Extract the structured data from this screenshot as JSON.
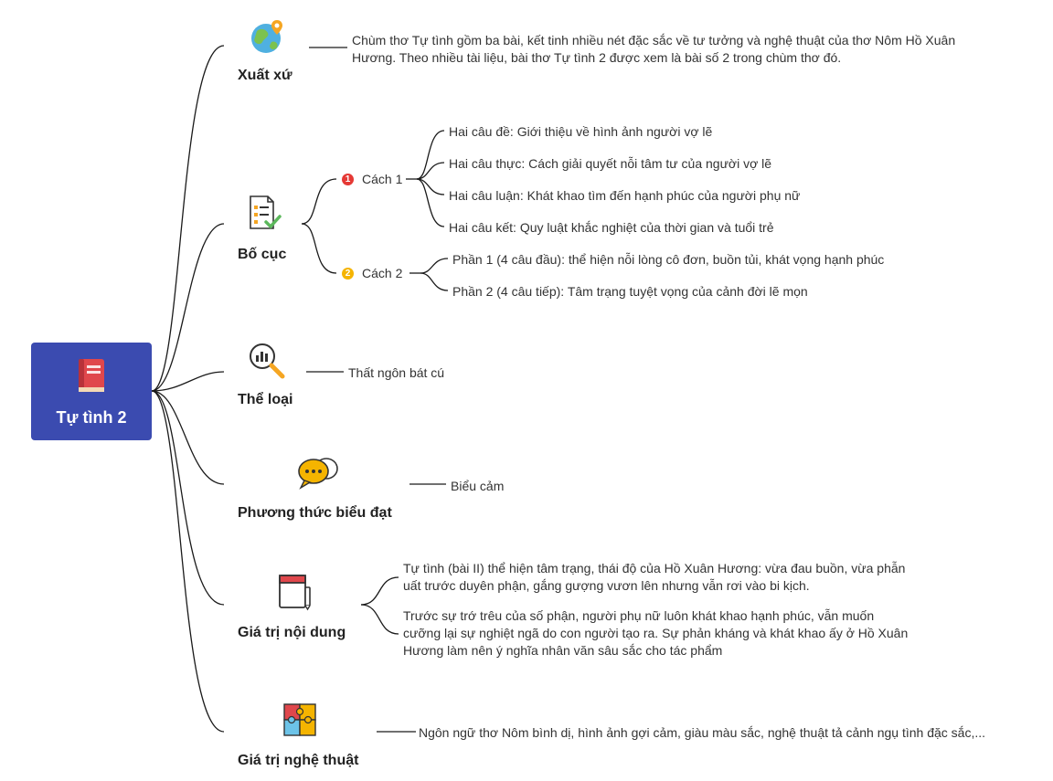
{
  "root": {
    "title": "Tự tình 2",
    "icon": "book-icon",
    "color": "#3b4bb0"
  },
  "branches": {
    "origin": {
      "label": "Xuất xứ",
      "icon": "globe-location-icon",
      "text": "Chùm thơ Tự tình gồm ba bài, kết tinh nhiều nét đặc sắc về tư tưởng và nghệ thuật của thơ Nôm Hồ Xuân Hương. Theo nhiều tài liệu, bài thơ Tự tình 2 được xem là bài số 2 trong chùm thơ đó."
    },
    "structure": {
      "label": "Bố cục",
      "icon": "checklist-document-icon",
      "way1": {
        "badge": "1",
        "label": "Cách 1",
        "color": "#e53935",
        "items": [
          "Hai câu đề: Giới thiệu về hình ảnh người vợ lẽ",
          "Hai câu thực: Cách giải quyết nỗi tâm tư của người vợ lẽ",
          "Hai câu luận: Khát khao tìm đến hạnh phúc của người phụ nữ",
          "Hai câu kết: Quy luật khắc nghiệt của thời gian và tuổi trẻ"
        ]
      },
      "way2": {
        "badge": "2",
        "label": "Cách 2",
        "color": "#f5b400",
        "items": [
          "Phần 1 (4 câu đầu): thể hiện nỗi lòng cô đơn, buồn tủi, khát vọng hạnh phúc",
          "Phần 2 (4 câu tiếp): Tâm trạng tuyệt vọng của cảnh đời lẽ mọn"
        ]
      }
    },
    "genre": {
      "label": "Thể loại",
      "icon": "magnifier-chart-icon",
      "text": "Thất ngôn bát cú"
    },
    "expression": {
      "label": "Phương thức biểu đạt",
      "icon": "chat-bubbles-icon",
      "text": "Biểu cảm"
    },
    "content": {
      "label": "Giá trị nội dung",
      "icon": "notebook-icon",
      "paragraphs": [
        "Tự tình (bài II) thể hiện tâm trạng, thái độ của Hồ Xuân Hương: vừa đau buồn, vừa phẫn uất trước duyên phận, gắng gượng vươn lên nhưng vẫn rơi vào bi kịch.",
        "Trước sự trớ trêu của số phận, người phụ nữ luôn khát khao hạnh phúc, vẫn muốn cưỡng lại sự nghiệt ngã do con người tạo ra. Sự phản kháng và khát khao ấy ở Hồ Xuân Hương làm nên ý nghĩa nhân văn sâu sắc cho tác phẩm"
      ]
    },
    "art": {
      "label": "Giá trị nghệ thuật",
      "icon": "puzzle-icon",
      "text": "Ngôn ngữ thơ Nôm bình dị, hình ảnh gợi cảm, giàu màu sắc, nghệ thuật tả cảnh ngụ tình đặc sắc,..."
    }
  },
  "colors": {
    "line": "#1a1a1a"
  }
}
